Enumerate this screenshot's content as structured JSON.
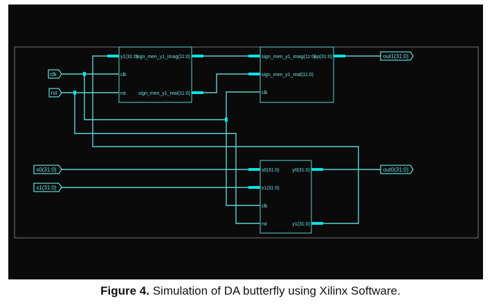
{
  "figure": {
    "caption_label": "Figure 4.",
    "caption_text": " Simulation of DA butterfly using Xilinx Software."
  },
  "colors": {
    "background": "#0a0a0a",
    "wire": "#5fd3d3",
    "bus": "#00e6e6",
    "frame": "#777777"
  },
  "inputs": {
    "clk": "clk",
    "rst": "rst",
    "x0": "x0(31:0)",
    "x1": "x1(31:0)"
  },
  "outputs": {
    "out1": "out1(31:0)",
    "out0": "out0(31:0)"
  },
  "blocks": {
    "combiner": {
      "pin_in_y1": "y1(31:0)",
      "pin_out_imag": "sign_men_y1_imag(11:0)",
      "pin_in_clk": "clk",
      "pin_in_rst": "rst",
      "pin_out_real": "sign_men_y1_real(11:0)"
    },
    "packer": {
      "pin_in_imag": "sign_men_y1_imag(11:0)",
      "pin_out_op": "op(31:0)",
      "pin_in_real": "sign_men_y1_real(11:0)",
      "pin_in_clk": "clk"
    },
    "butterfly": {
      "pin_in_x0": "x0(31:0)",
      "pin_in_x1": "x1(31:0)",
      "pin_in_clk": "clk",
      "pin_in_rst": "rst",
      "pin_out_y0": "y0(31:0)",
      "pin_out_y1": "y1(31:0)"
    }
  }
}
